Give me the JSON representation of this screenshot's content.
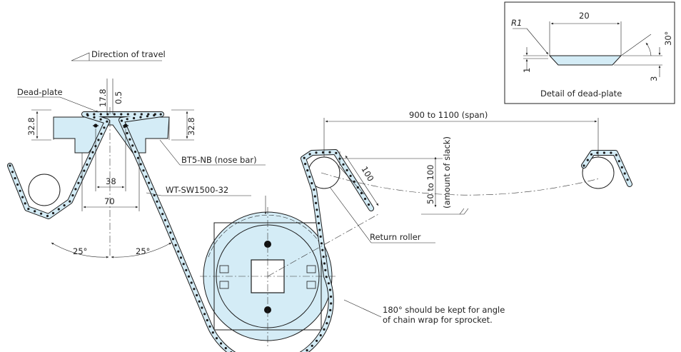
{
  "labels": {
    "direction": "Direction of travel",
    "dead_plate": "Dead-plate",
    "nose_bar": "BT5-NB (nose bar)",
    "sprocket": "WT-SW1500-32",
    "return_roller": "Return roller",
    "wrap_note_1": "180° should be kept for angle",
    "wrap_note_2": "of chain wrap for sprocket.",
    "detail_caption": "Detail of dead-plate"
  },
  "dims": {
    "d17_8": "17.8",
    "d0_5": "0.5",
    "d32_8_left": "32.8",
    "d32_8_right": "32.8",
    "d38": "38",
    "d70": "70",
    "a25_left": "25°",
    "a25_right": "25°",
    "span": "900 to 1100 (span)",
    "d100": "100",
    "slack_1": "50 to 100",
    "slack_2": "(amount of slack)",
    "detail_20": "20",
    "detail_r1": "R1",
    "detail_1": "1",
    "detail_3": "3",
    "detail_30": "30°"
  },
  "colors": {
    "part_fill": "#d4ecf6",
    "line": "#1b1b1b"
  }
}
